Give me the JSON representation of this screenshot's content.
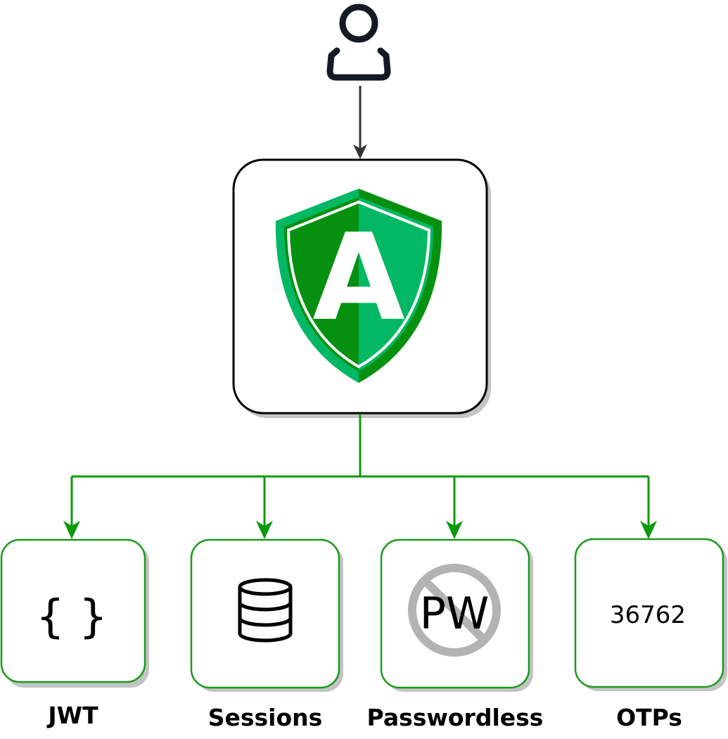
{
  "colors": {
    "arrow_main": "#333333",
    "arrow_branch": "#0a9a0a",
    "box_border_main": "#000000",
    "box_border_branch": "#1a9a1a",
    "shadow": "#c4c4c4",
    "shield_dark": "#05910f",
    "shield_light": "#02b864",
    "icon_dark": "#121b24",
    "no_sign": "#b3b3b3"
  },
  "nodes": {
    "user": {
      "icon": "user-icon"
    },
    "auth_server": {
      "icon": "shield-logo-icon",
      "logo_letter": "A"
    },
    "jwt": {
      "icon": "braces-icon",
      "icon_text": "{ }",
      "label": "JWT"
    },
    "sessions": {
      "icon": "database-icon",
      "label": "Sessions"
    },
    "passwordless": {
      "icon": "no-password-icon",
      "icon_text": "PW",
      "label": "Passwordless"
    },
    "otps": {
      "icon": "otp-code-icon",
      "code": "36762",
      "label": "OTPs"
    }
  }
}
